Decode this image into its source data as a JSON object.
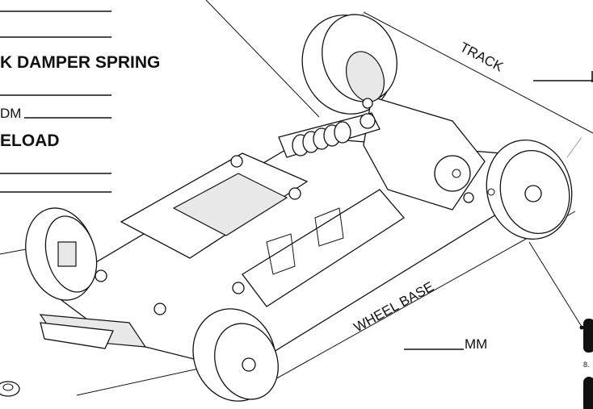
{
  "labels": {
    "damper_spring": "K DAMPER SPRING",
    "dm": "DM",
    "preload": "ELOAD",
    "track": "TRACK",
    "wheel_base": "WHEEL BASE",
    "mm": "MM",
    "small_note": "8."
  }
}
